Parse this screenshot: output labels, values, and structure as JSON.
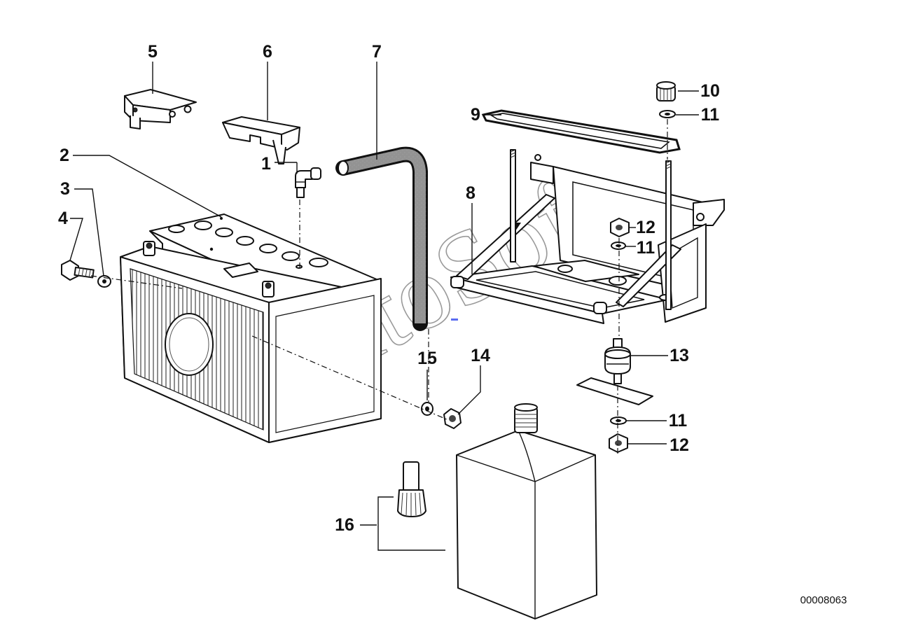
{
  "diagram": {
    "callouts": [
      {
        "id": "c1",
        "label": "1"
      },
      {
        "id": "c2",
        "label": "2"
      },
      {
        "id": "c3",
        "label": "3"
      },
      {
        "id": "c4",
        "label": "4"
      },
      {
        "id": "c5",
        "label": "5"
      },
      {
        "id": "c6",
        "label": "6"
      },
      {
        "id": "c7",
        "label": "7"
      },
      {
        "id": "c8",
        "label": "8"
      },
      {
        "id": "c9",
        "label": "9"
      },
      {
        "id": "c10",
        "label": "10"
      },
      {
        "id": "c11a",
        "label": "11"
      },
      {
        "id": "c11b",
        "label": "11"
      },
      {
        "id": "c11c",
        "label": "11"
      },
      {
        "id": "c12a",
        "label": "12"
      },
      {
        "id": "c12b",
        "label": "12"
      },
      {
        "id": "c13",
        "label": "13"
      },
      {
        "id": "c14",
        "label": "14"
      },
      {
        "id": "c15",
        "label": "15"
      },
      {
        "id": "c16",
        "label": "16"
      }
    ],
    "document_number": "00008063",
    "watermark": "AutoSoft"
  }
}
